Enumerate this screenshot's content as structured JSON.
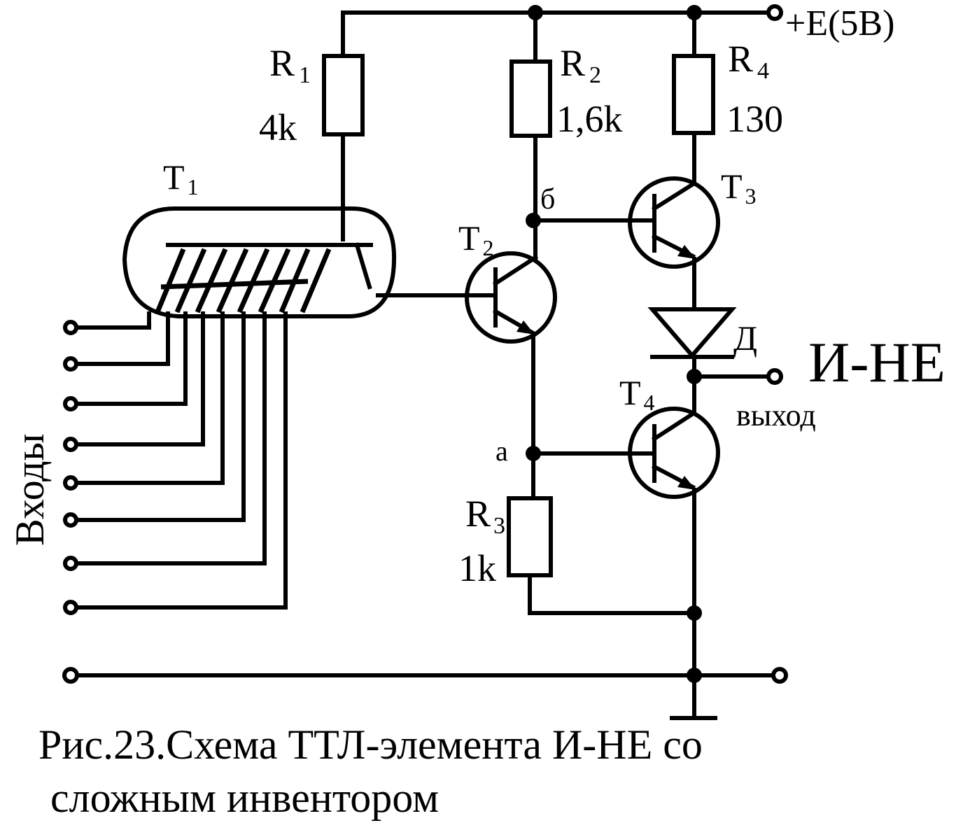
{
  "supply_label": "+E(5В)",
  "resistors": {
    "r1": {
      "name": "R",
      "sub": "1",
      "value": "4k"
    },
    "r2": {
      "name": "R",
      "sub": "2",
      "value": "1,6k"
    },
    "r3": {
      "name": "R",
      "sub": "3",
      "value": "1k"
    },
    "r4": {
      "name": "R",
      "sub": "4",
      "value": "130"
    }
  },
  "transistors": {
    "t1": {
      "name": "T",
      "sub": "1"
    },
    "t2": {
      "name": "T",
      "sub": "2"
    },
    "t3": {
      "name": "T",
      "sub": "3"
    },
    "t4": {
      "name": "T",
      "sub": "4"
    }
  },
  "diode_label": "Д",
  "node_b": "б",
  "node_a": "а",
  "output_type": "И-НЕ",
  "output_label": "выход",
  "inputs_label": "Входы",
  "caption": {
    "line1": "Рис.23.Схема ТТЛ-элемента И-НЕ со",
    "line2": "сложным инвентором"
  }
}
